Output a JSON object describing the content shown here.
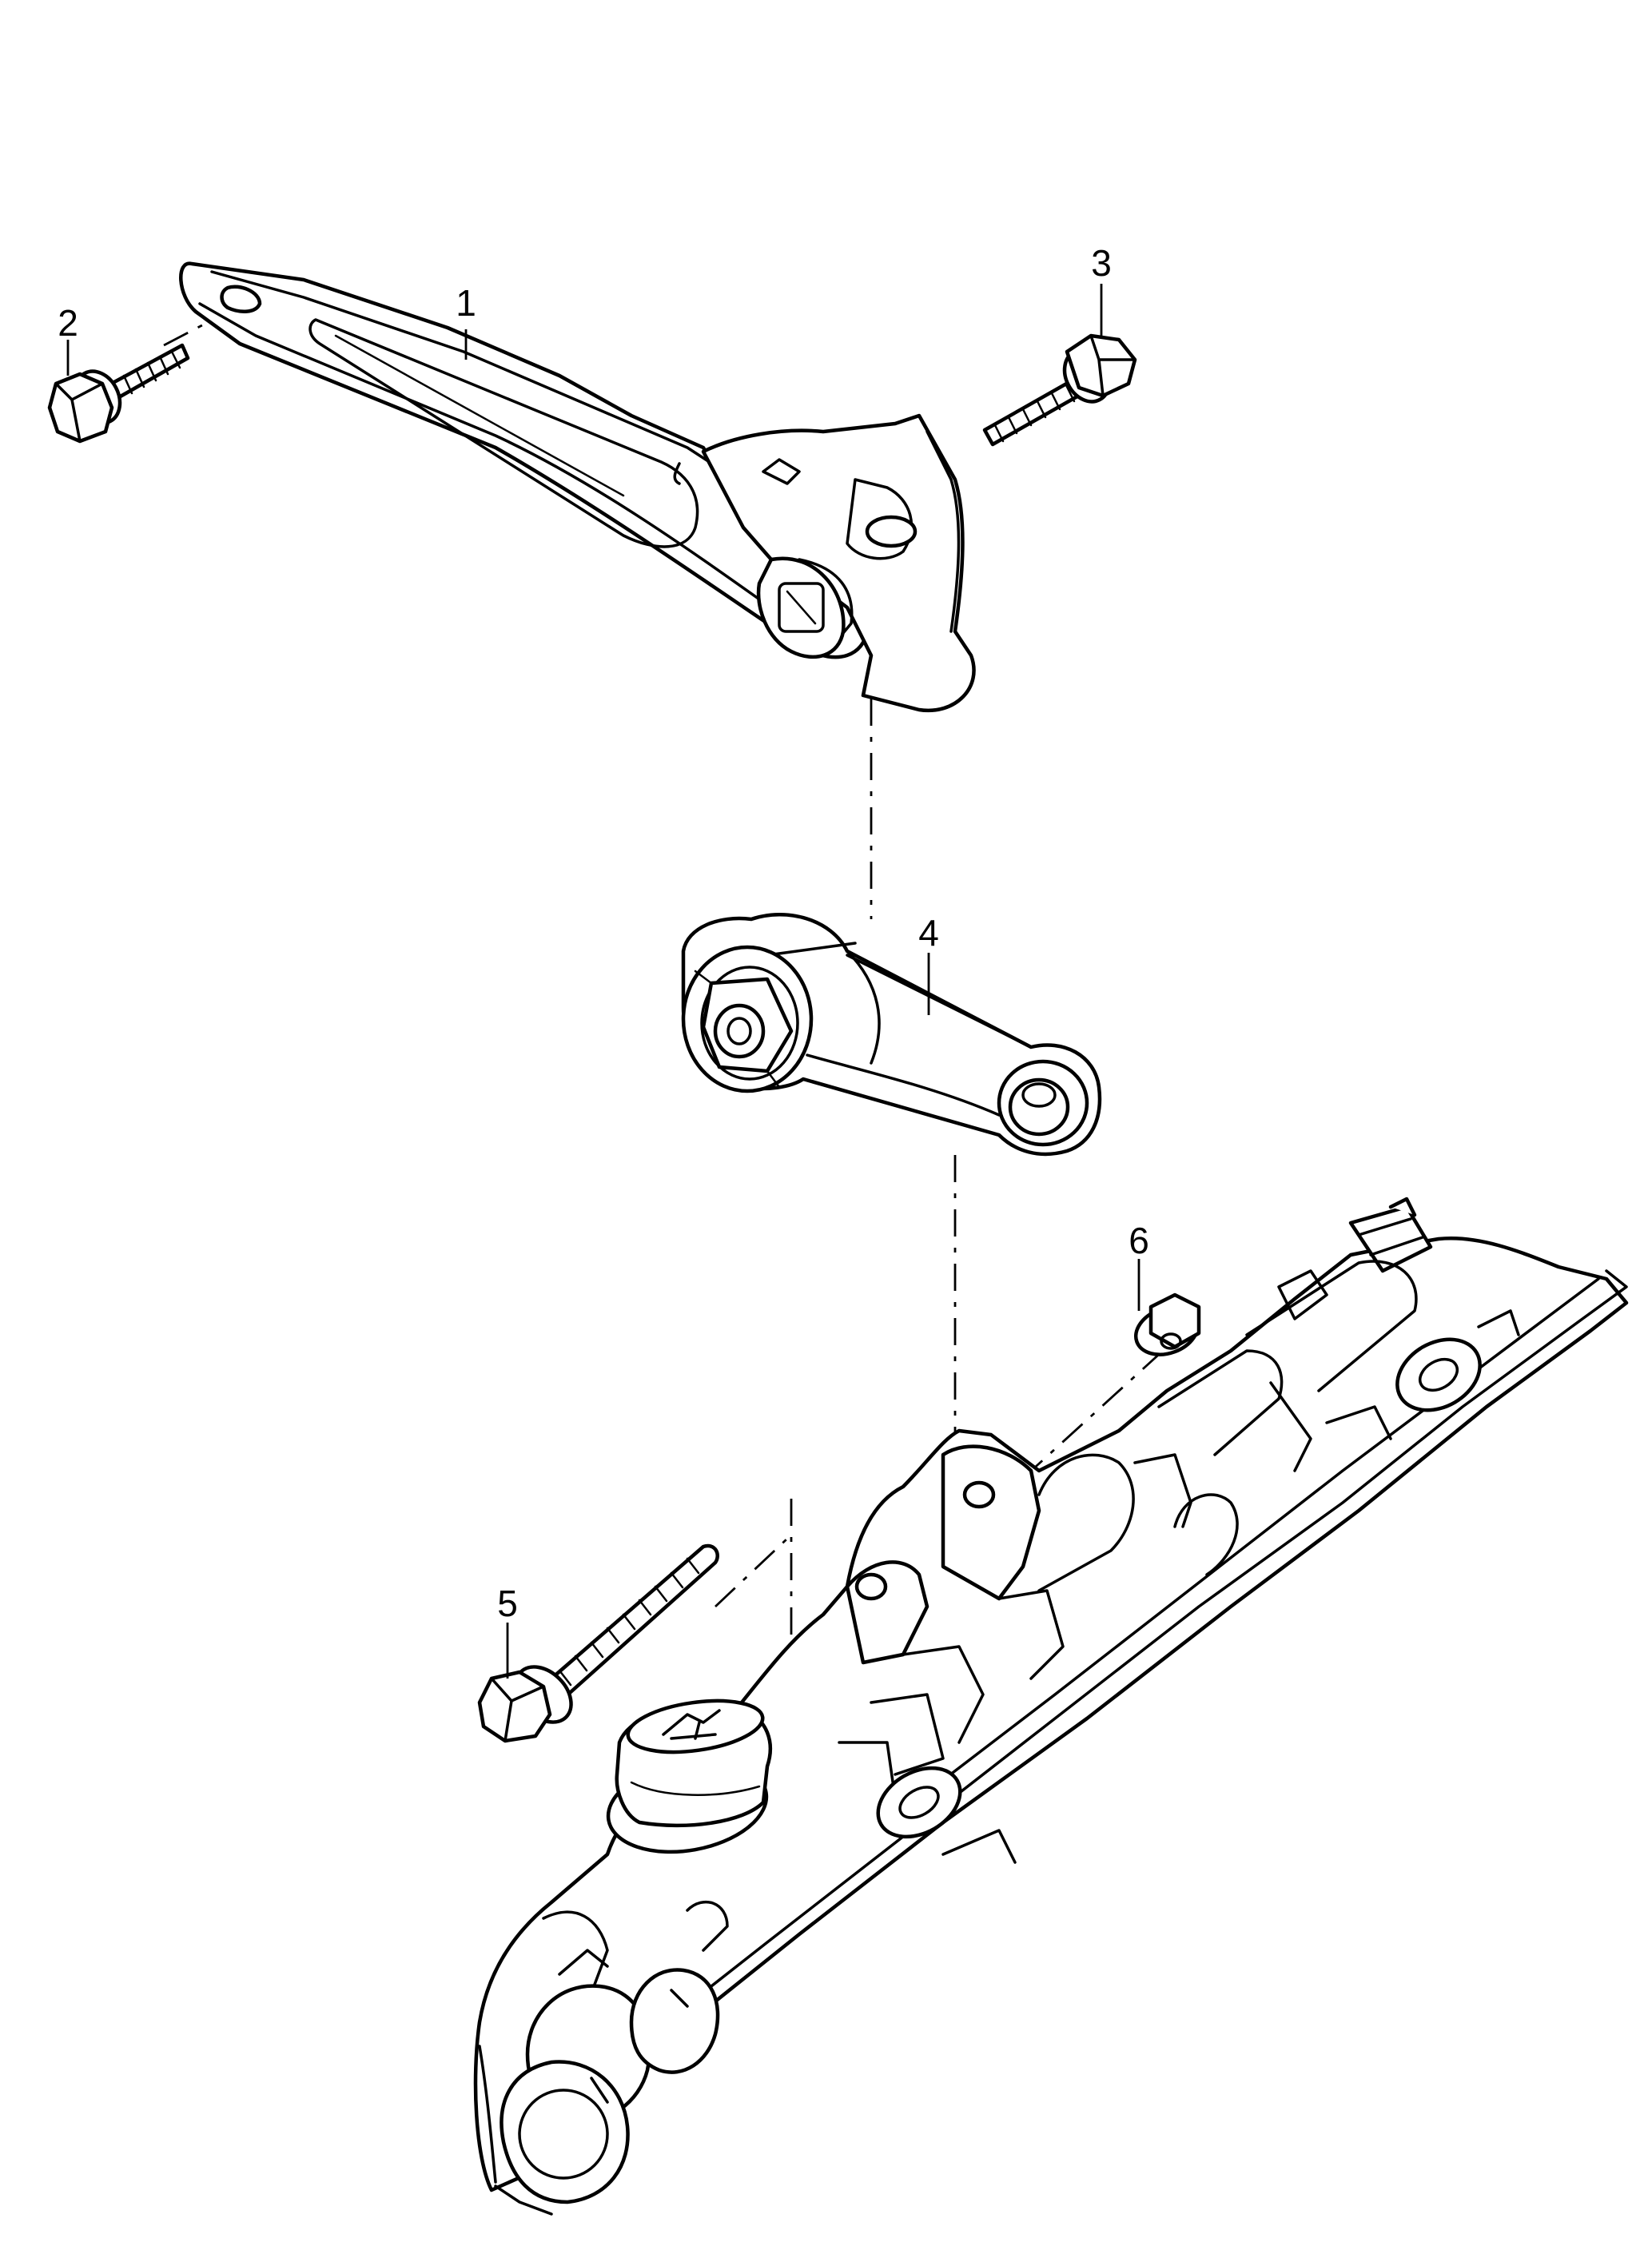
{
  "callouts": [
    {
      "id": "part-1",
      "label": "1"
    },
    {
      "id": "part-2",
      "label": "2"
    },
    {
      "id": "part-3",
      "label": "3"
    },
    {
      "id": "part-4",
      "label": "4"
    },
    {
      "id": "part-5",
      "label": "5"
    },
    {
      "id": "part-6",
      "label": "6"
    }
  ],
  "colors": {
    "line": "#000000",
    "background": "#ffffff"
  }
}
